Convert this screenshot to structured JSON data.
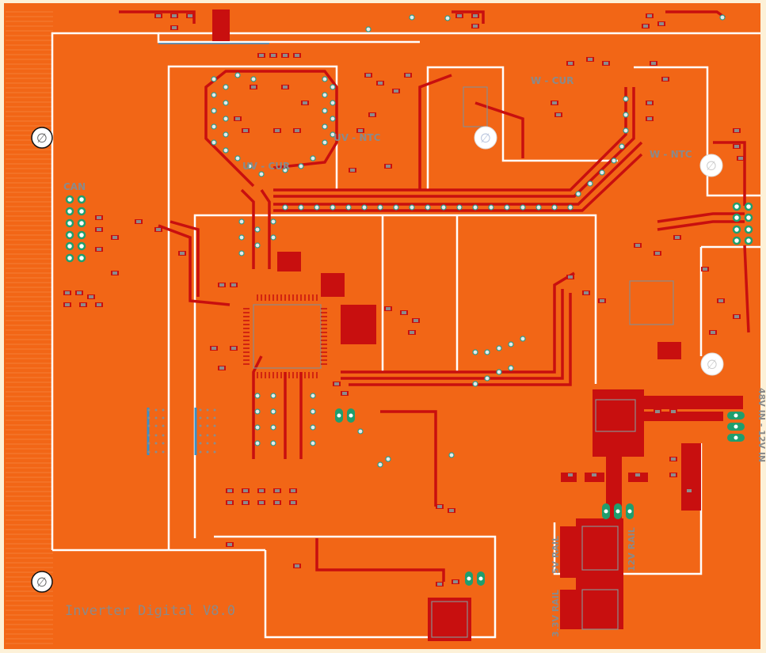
{
  "board": {
    "title": "Inverter Digital V8.0",
    "colors": {
      "board_edge": "#fdf1d8",
      "copper_pour": "#f26616",
      "trace": "#c80f0f",
      "outline": "#ffffff",
      "silkscreen": "#8a8a8a",
      "via_ring": "#2a9d8f",
      "pad": "#8c8c8c",
      "connector": "#1f9e6e"
    }
  },
  "labels": {
    "can": "CAN",
    "uv_cur": "UV - CUR",
    "uv_ntc": "UV - NTC",
    "w_cur": "W - CUR",
    "w_ntc": "W - NTC",
    "input": "48V IN - 12V IN",
    "rail_12v": "12V RAIL",
    "rail_5v": "5V RAIL",
    "rail_3v3": "3.3V RAIL"
  },
  "mounting_holes": [
    {
      "name": "left-upper",
      "symbol": "∅"
    },
    {
      "name": "left-lower",
      "symbol": "∅"
    },
    {
      "name": "uv-center",
      "symbol": "∅"
    },
    {
      "name": "w-ntc",
      "symbol": "∅"
    },
    {
      "name": "right-middle",
      "symbol": "∅"
    }
  ]
}
